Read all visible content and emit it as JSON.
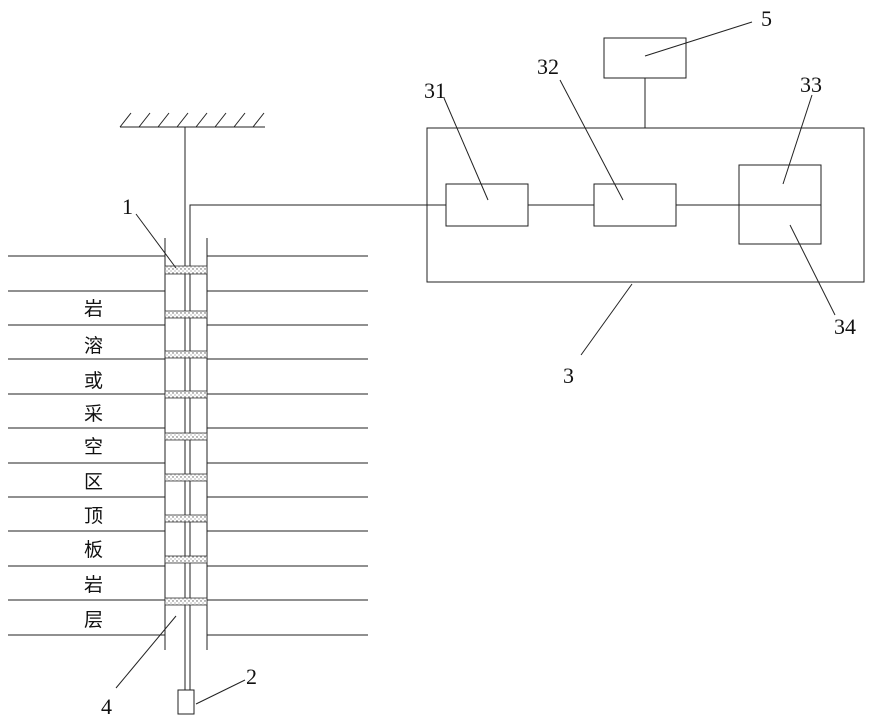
{
  "labels": {
    "l1": "1",
    "l2": "2",
    "l3": "3",
    "l4": "4",
    "l5": "5",
    "l31": "31",
    "l32": "32",
    "l33": "33",
    "l34": "34"
  },
  "rock_chars": [
    "岩",
    "溶",
    "或",
    "采",
    "空",
    "区",
    "顶",
    "板",
    "岩",
    "层"
  ]
}
